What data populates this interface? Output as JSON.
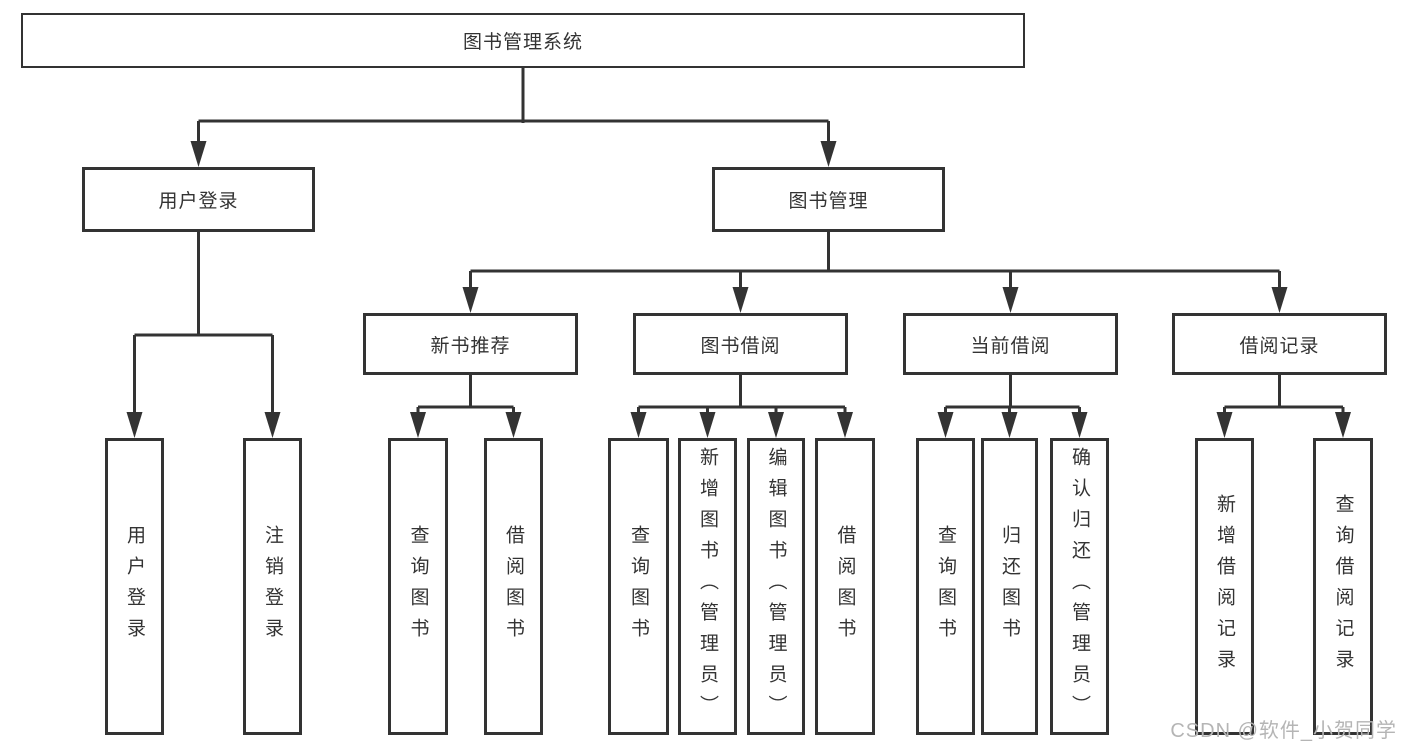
{
  "diagram": {
    "root": {
      "label": "图书管理系统",
      "children": [
        {
          "label": "用户登录",
          "children": [
            {
              "label": "用户登录"
            },
            {
              "label": "注销登录"
            }
          ]
        },
        {
          "label": "图书管理",
          "children": [
            {
              "label": "新书推荐",
              "children": [
                {
                  "label": "查询图书"
                },
                {
                  "label": "借阅图书"
                }
              ]
            },
            {
              "label": "图书借阅",
              "children": [
                {
                  "label": "查询图书"
                },
                {
                  "label": "新增图书（管理员）"
                },
                {
                  "label": "编辑图书（管理员）"
                },
                {
                  "label": "借阅图书"
                }
              ]
            },
            {
              "label": "当前借阅",
              "children": [
                {
                  "label": "查询图书"
                },
                {
                  "label": "归还图书"
                },
                {
                  "label": "确认归还（管理员）"
                }
              ]
            },
            {
              "label": "借阅记录",
              "children": [
                {
                  "label": "新增借阅记录"
                },
                {
                  "label": "查询借阅记录"
                }
              ]
            }
          ]
        }
      ]
    }
  },
  "watermark": {
    "text": "CSDN @软件_小贺同学",
    "color": "#b5b5b5"
  },
  "colors": {
    "line": "#333333",
    "text": "#333333",
    "background": "#ffffff"
  }
}
